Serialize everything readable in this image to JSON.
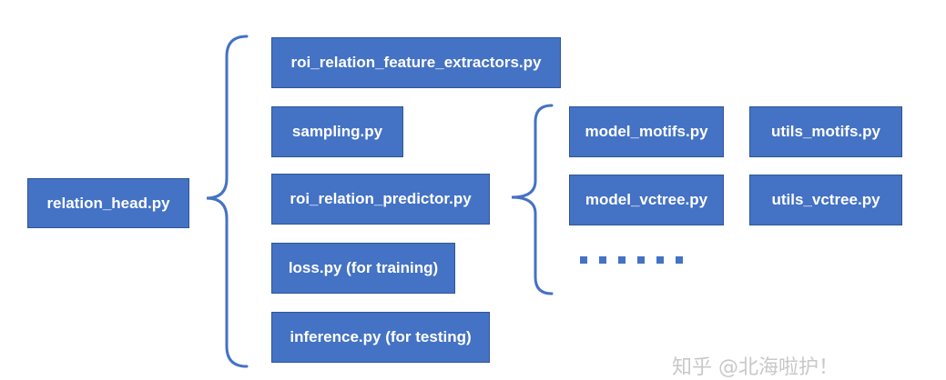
{
  "root": {
    "label": "relation_head.py"
  },
  "files": [
    {
      "label": "roi_relation_feature_extractors.py"
    },
    {
      "label": "sampling.py"
    },
    {
      "label": "roi_relation_predictor.py"
    },
    {
      "label": "loss.py (for training)"
    },
    {
      "label": "inference.py (for testing)"
    }
  ],
  "predictor_children": {
    "model_files": [
      {
        "label": "model_motifs.py"
      },
      {
        "label": "model_vctree.py"
      }
    ],
    "util_files": [
      {
        "label": "utils_motifs.py"
      },
      {
        "label": "utils_vctree.py"
      }
    ],
    "ellipsis": "......"
  },
  "watermark": "知乎 @北海啦护！",
  "colors": {
    "box_fill": "#4472C4",
    "box_border": "#2F5597",
    "brace": "#4472C4",
    "text": "#ffffff"
  }
}
